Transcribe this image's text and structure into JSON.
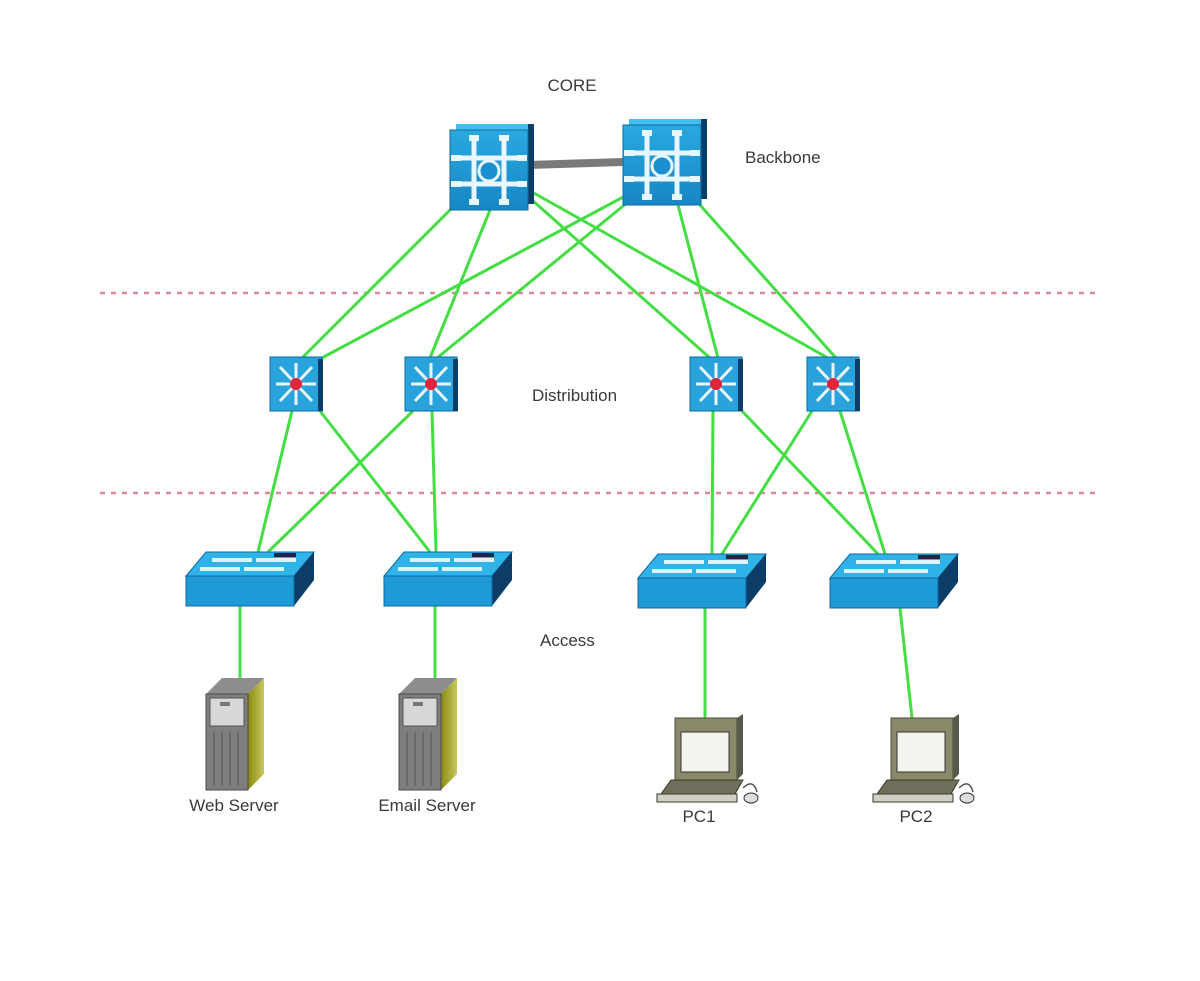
{
  "diagram": {
    "layers": {
      "core": "CORE",
      "backbone": "Backbone",
      "distribution": "Distribution",
      "access": "Access"
    },
    "colors": {
      "link": "#44dd44",
      "backbone_link": "#7a7a7a",
      "layer_divider": "#d98a94",
      "device_blue": "#1e9ad6",
      "device_dark": "#0b3d66"
    },
    "nodes": [
      {
        "id": "core1",
        "type": "core-switch",
        "label": ""
      },
      {
        "id": "core2",
        "type": "core-switch",
        "label": ""
      },
      {
        "id": "dist1",
        "type": "distribution-switch",
        "label": ""
      },
      {
        "id": "dist2",
        "type": "distribution-switch",
        "label": ""
      },
      {
        "id": "dist3",
        "type": "distribution-switch",
        "label": ""
      },
      {
        "id": "dist4",
        "type": "distribution-switch",
        "label": ""
      },
      {
        "id": "acc1",
        "type": "access-switch",
        "label": ""
      },
      {
        "id": "acc2",
        "type": "access-switch",
        "label": ""
      },
      {
        "id": "acc3",
        "type": "access-switch",
        "label": ""
      },
      {
        "id": "acc4",
        "type": "access-switch",
        "label": ""
      },
      {
        "id": "web",
        "type": "server",
        "label": "Web Server"
      },
      {
        "id": "email",
        "type": "server",
        "label": "Email Server"
      },
      {
        "id": "pc1",
        "type": "pc",
        "label": "PC1"
      },
      {
        "id": "pc2",
        "type": "pc",
        "label": "PC2"
      }
    ],
    "links": [
      {
        "from": "core1",
        "to": "core2",
        "kind": "backbone"
      },
      {
        "from": "core1",
        "to": "dist1"
      },
      {
        "from": "core1",
        "to": "dist2"
      },
      {
        "from": "core1",
        "to": "dist3"
      },
      {
        "from": "core1",
        "to": "dist4"
      },
      {
        "from": "core2",
        "to": "dist1"
      },
      {
        "from": "core2",
        "to": "dist2"
      },
      {
        "from": "core2",
        "to": "dist3"
      },
      {
        "from": "core2",
        "to": "dist4"
      },
      {
        "from": "dist1",
        "to": "acc1"
      },
      {
        "from": "dist1",
        "to": "acc2"
      },
      {
        "from": "dist2",
        "to": "acc1"
      },
      {
        "from": "dist2",
        "to": "acc2"
      },
      {
        "from": "dist3",
        "to": "acc3"
      },
      {
        "from": "dist3",
        "to": "acc4"
      },
      {
        "from": "dist4",
        "to": "acc3"
      },
      {
        "from": "dist4",
        "to": "acc4"
      },
      {
        "from": "acc1",
        "to": "web"
      },
      {
        "from": "acc2",
        "to": "email"
      },
      {
        "from": "acc3",
        "to": "pc1"
      },
      {
        "from": "acc4",
        "to": "pc2"
      }
    ]
  }
}
